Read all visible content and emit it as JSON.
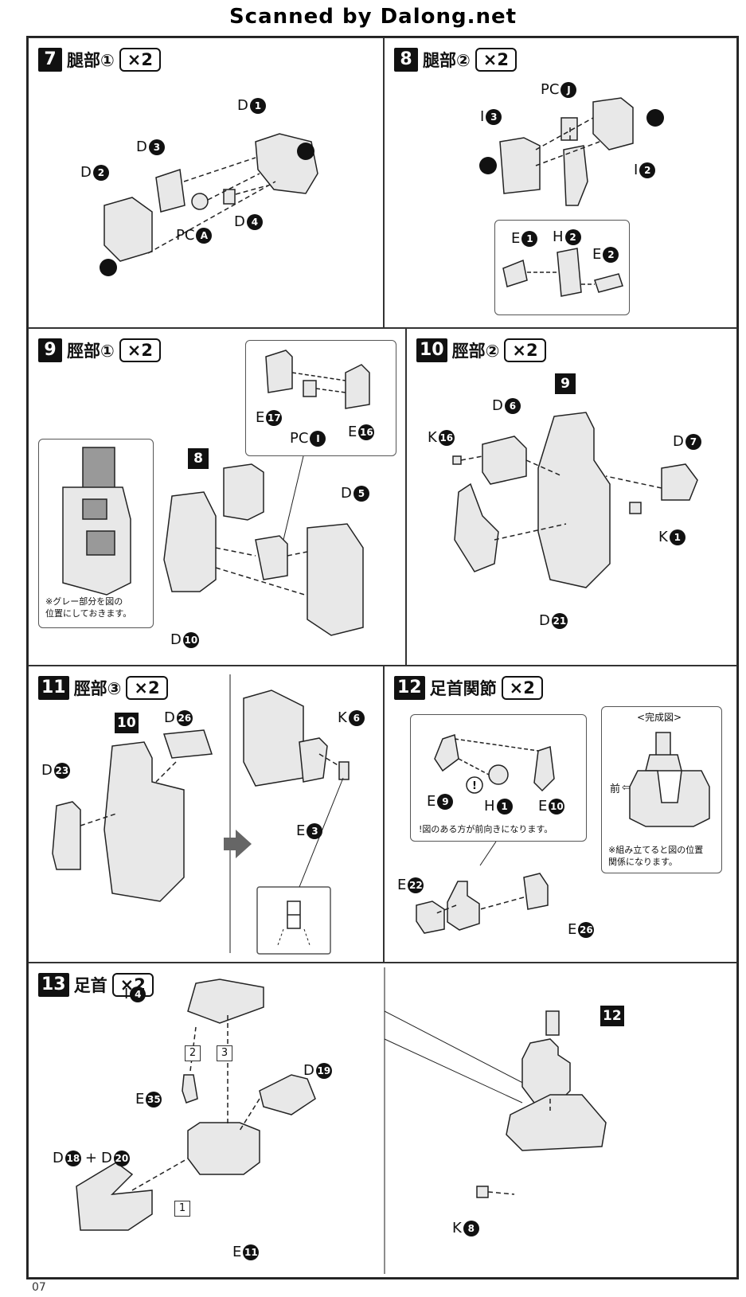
{
  "watermark": "Scanned by Dalong.net",
  "page_number": "07",
  "steps": {
    "s7": {
      "num": "7",
      "title": "腿部①",
      "qty": "×2",
      "labels": {
        "d1": "D",
        "d1n": "1",
        "d3": "D",
        "d3n": "3",
        "d2": "D",
        "d2n": "2",
        "pca": "PC",
        "pcan": "A",
        "d4": "D",
        "d4n": "4"
      }
    },
    "s8": {
      "num": "8",
      "title": "腿部②",
      "qty": "×2",
      "labels": {
        "pcj": "PC",
        "pcjn": "J",
        "i3": "I",
        "i3n": "3",
        "i2": "I",
        "i2n": "2",
        "e1": "E",
        "e1n": "1",
        "h2": "H",
        "h2n": "2",
        "e2": "E",
        "e2n": "2"
      }
    },
    "s9": {
      "num": "9",
      "title": "脛部①",
      "qty": "×2",
      "labels": {
        "e17": "E",
        "e17n": "17",
        "pci": "PC",
        "pcin": "I",
        "e16": "E",
        "e16n": "16",
        "ref8": "8",
        "d5": "D",
        "d5n": "5",
        "d10": "D",
        "d10n": "10"
      },
      "note": "※グレー部分を図の\n位置にしておきます。"
    },
    "s10": {
      "num": "10",
      "title": "脛部②",
      "qty": "×2",
      "labels": {
        "ref9": "9",
        "d6": "D",
        "d6n": "6",
        "k16": "K",
        "k16n": "16",
        "d7": "D",
        "d7n": "7",
        "k1": "K",
        "k1n": "1",
        "d21": "D",
        "d21n": "21"
      }
    },
    "s11": {
      "num": "11",
      "title": "脛部③",
      "qty": "×2",
      "labels": {
        "ref10": "10",
        "d26": "D",
        "d26n": "26",
        "d23": "D",
        "d23n": "23",
        "k6": "K",
        "k6n": "6",
        "e3": "E",
        "e3n": "3"
      }
    },
    "s12": {
      "num": "12",
      "title": "足首関節",
      "qty": "×2",
      "labels": {
        "e9": "E",
        "e9n": "9",
        "h1": "H",
        "h1n": "1",
        "e10": "E",
        "e10n": "10",
        "e22": "E",
        "e22n": "22",
        "e26": "E",
        "e26n": "26"
      },
      "note_forward": "!図のある方が前向きになります。",
      "complete_title": "<完成図>",
      "front": "前",
      "complete_note": "※組み立てると図の位置\n関係になります。"
    },
    "s13": {
      "num": "13",
      "title": "足首",
      "qty": "×2",
      "labels": {
        "i4": "I",
        "i4n": "4",
        "d19": "D",
        "d19n": "19",
        "e35": "E",
        "e35n": "35",
        "d18": "D",
        "d18n": "18",
        "plus": "+",
        "d20": "D",
        "d20n": "20",
        "e11": "E",
        "e11n": "11",
        "ref12": "12",
        "k8": "K",
        "k8n": "8",
        "order1": "1",
        "order2": "2",
        "order3": "3"
      }
    }
  }
}
